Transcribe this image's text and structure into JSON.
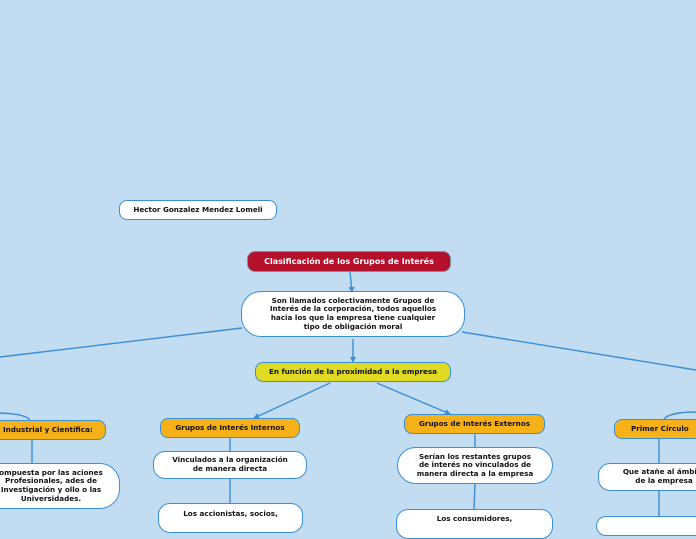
{
  "author": "Hector Gonzalez Mendez Lomeli",
  "root": "Clasificación de los Grupos de Interés",
  "definition": "Son llamados colectivamente Grupos de Interés de la corporación, todos aquellos hacia los que la empresa tiene cualquier tipo de obligación moral",
  "criterion": "En función de la proximidad a la empresa",
  "branches": {
    "left": {
      "title": "Industrial y Científica:",
      "detail": "ompuesta por las aciones Profesionales, ades de Investigación y ollo o las Universidades."
    },
    "internal": {
      "title": "Grupos de Interés Internos",
      "detail": "Vinculados a la organización de manera directa",
      "example": "Los accionistas, socios,"
    },
    "external": {
      "title": "Grupos de Interés Externos",
      "detail": "Serían los restantes grupos de interés no vinculados de manera directa a la empresa",
      "example": "Los consumidores,"
    },
    "right": {
      "title": "Primer Círculo",
      "detail": "Que atañe al ámbito de la empresa"
    }
  },
  "colors": {
    "background": "#c2ddf1",
    "connector": "#3a8fd6",
    "root": "#b5102b",
    "criterion": "#e0db22",
    "group": "#f7b118",
    "box": "#ffffff"
  }
}
